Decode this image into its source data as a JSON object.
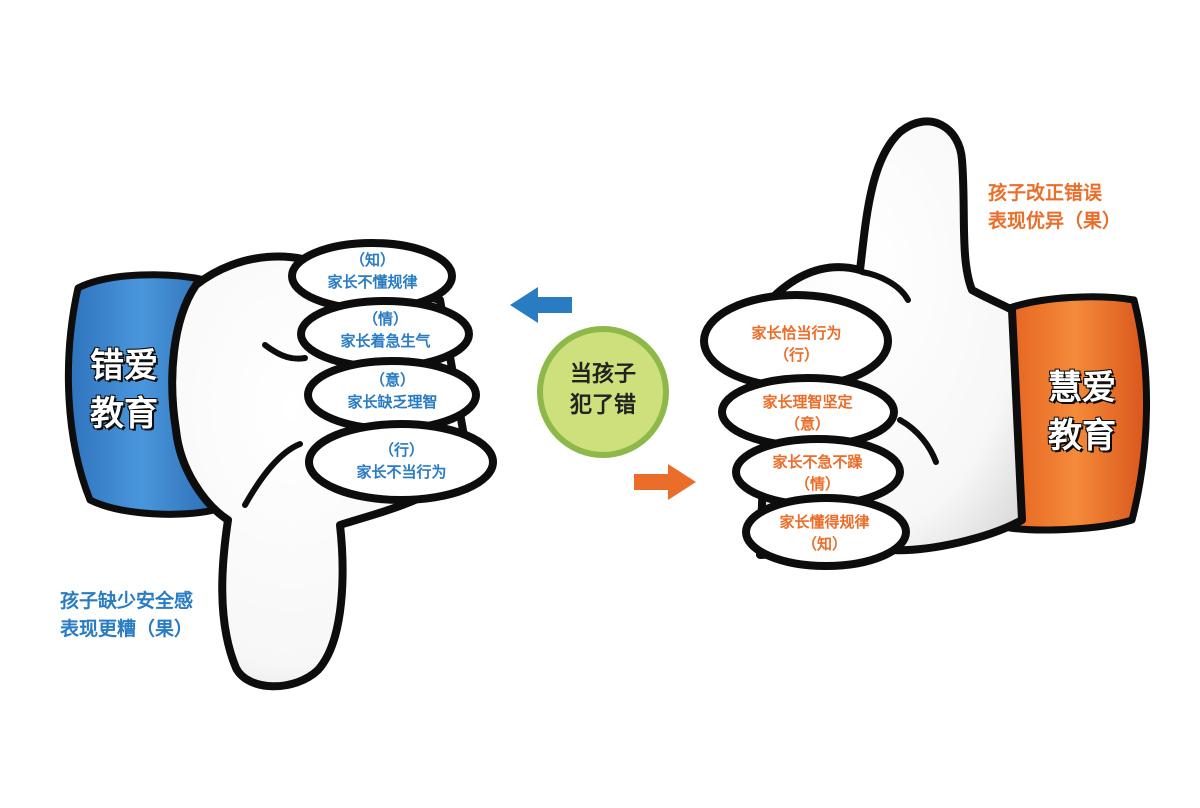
{
  "left_hand": {
    "cuff_line1": "错爱",
    "cuff_line2": "教育",
    "fingers": [
      {
        "line1": "（知）",
        "line2": "家长不懂规律"
      },
      {
        "line1": "（情）",
        "line2": "家长着急生气"
      },
      {
        "line1": "（意）",
        "line2": "家长缺乏理智"
      },
      {
        "line1": "（行）",
        "line2": "家长不当行为"
      }
    ],
    "result_line1": "孩子缺少安全感",
    "result_line2": "表现更糟（果）"
  },
  "right_hand": {
    "cuff_line1": "慧爱",
    "cuff_line2": "教育",
    "fingers": [
      {
        "line1": "家长恰当行为",
        "line2": "（行）"
      },
      {
        "line1": "家长理智坚定",
        "line2": "（意）"
      },
      {
        "line1": "家长不急不躁",
        "line2": "（情）"
      },
      {
        "line1": "家长懂得规律",
        "line2": "（知）"
      }
    ],
    "result_line1": "孩子改正错误",
    "result_line2": "表现优异（果）"
  },
  "center": {
    "line1": "当孩子",
    "line2": "犯了错"
  },
  "colors": {
    "blue": "#2a7cc2",
    "blue_cuff": "#3d86cf",
    "orange": "#ea6e2a",
    "orange_cuff": "#ef7a2e",
    "green_circle": "#cde07c",
    "green_ring": "#8fb84a",
    "outline": "#0d0d0d"
  },
  "icons": [
    "thumbs-down-icon",
    "thumbs-up-icon",
    "arrow-left-icon",
    "arrow-right-icon"
  ]
}
